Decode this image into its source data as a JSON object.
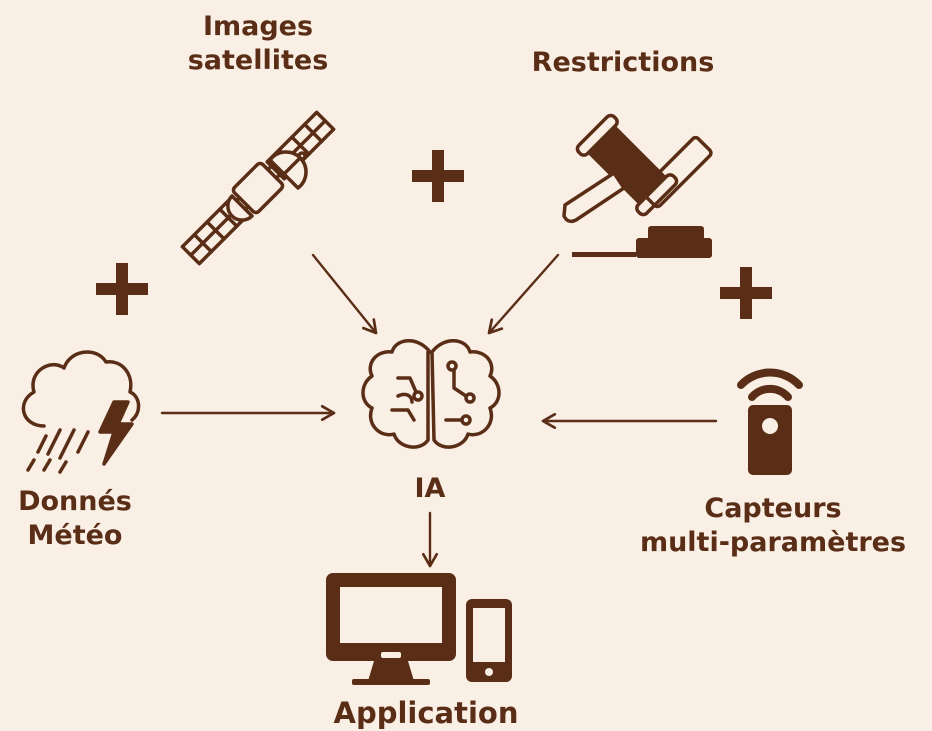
{
  "labels": {
    "satellite_line1": "Images",
    "satellite_line2": "satellites",
    "restrictions": "Restrictions",
    "meteo_line1": "Donnés",
    "meteo_line2": "Météo",
    "ia": "IA",
    "capteurs_line1": "Capteurs",
    "capteurs_line2": "multi-paramètres",
    "application": "Application"
  },
  "icons": {
    "satellite": "satellite-icon",
    "gavel": "gavel-icon",
    "weather": "storm-cloud-icon",
    "brain": "brain-circuit-icon",
    "sensor": "wireless-sensor-icon",
    "devices": "computer-phone-icon",
    "plus": "plus-icon"
  },
  "colors": {
    "background": "#f9efe4",
    "ink": "#5a2d16"
  }
}
